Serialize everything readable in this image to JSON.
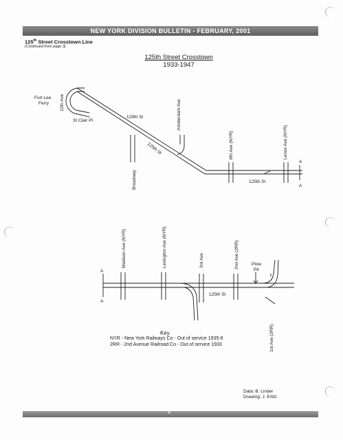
{
  "header": {
    "banner": "NEW YORK DIVISION BULLETIN - FEBRUARY, 2001"
  },
  "section": {
    "title_main": "125",
    "title_sup": "th",
    "title_rest": " Street Crosstown Line",
    "continued": "(Continued from page 3)"
  },
  "map_title": {
    "name": "125th Street Crosstown",
    "years": "1933-1947"
  },
  "upper_map": {
    "labels": {
      "fort_lee_1": "Fort Lee",
      "fort_lee_2": "Ferry",
      "ave12": "12th Ave",
      "st_clair": "St Clair Pl",
      "st129": "129th St",
      "amsterdam": "Amsterdam Ave",
      "broadway": "Broadway",
      "st125": "125th St",
      "ave8": "8th Ave (NYR)",
      "lenox": "Lenox Ave (NYR)",
      "st125_east": "125th St",
      "a_top": "A",
      "a_bottom": "A"
    }
  },
  "lower_map": {
    "labels": {
      "madison": "Madison Ave (NYR)",
      "lexington": "Lexington Ave (NYR)",
      "ave3": "3rd Ave",
      "ave2": "2nd Ave (2RR)",
      "plow_1": "Plow",
      "plow_2": "Pit",
      "st125": "125th St",
      "ave1": "1st Ave (2RR)",
      "a_top": "A",
      "a_bottom": "A"
    }
  },
  "key": {
    "title": "Key",
    "line1": "NYR - New York Railways Co - Out of service 1935-6",
    "line2": "2RR - 2nd Avenue Railroad Co - Out of service 1933"
  },
  "credits": {
    "data": "Data: B. Linder",
    "drawing": "Drawing: J. Erlitz"
  },
  "footer": {
    "page_number": "4"
  }
}
